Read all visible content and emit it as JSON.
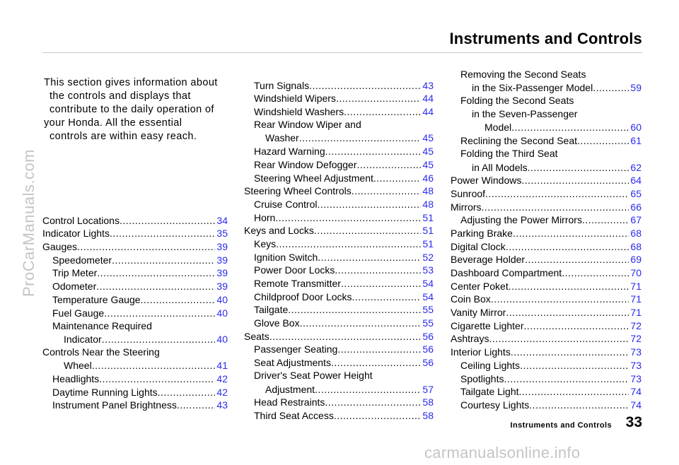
{
  "header": {
    "title": "Instruments and Controls"
  },
  "intro": [
    "This section gives information about",
    "the controls and displays that",
    "contribute to the daily operation of",
    "your Honda. All the essential",
    "controls are within easy reach."
  ],
  "columns": [
    [
      {
        "text": "Control Locations",
        "page": "34",
        "indent": 0
      },
      {
        "text": "Indicator Lights",
        "page": "35",
        "indent": 0
      },
      {
        "text": "Gauges",
        "page": "39",
        "indent": 0
      },
      {
        "text": "Speedometer",
        "page": "39",
        "indent": 1
      },
      {
        "text": "Trip Meter",
        "page": "39",
        "indent": 1
      },
      {
        "text": "Odometer",
        "page": "39",
        "indent": 1
      },
      {
        "text": "Temperature Gauge",
        "page": "40",
        "indent": 1
      },
      {
        "text": "Fuel Gauge",
        "page": "40",
        "indent": 1
      },
      {
        "text": "Maintenance Required",
        "page": "",
        "indent": 1
      },
      {
        "text": "Indicator",
        "page": "40",
        "indent": 2
      },
      {
        "text": "Controls Near the Steering",
        "page": "",
        "indent": 0
      },
      {
        "text": "Wheel",
        "page": "41",
        "indent": 2
      },
      {
        "text": "Headlights",
        "page": "42",
        "indent": 1
      },
      {
        "text": "Daytime Running Lights",
        "page": "42",
        "indent": 1
      },
      {
        "text": "Instrument Panel Brightness",
        "page": "43",
        "indent": 1
      }
    ],
    [
      {
        "text": "Turn Signals",
        "page": "43",
        "indent": 1
      },
      {
        "text": "Windshield Wipers",
        "page": "44",
        "indent": 1
      },
      {
        "text": "Windshield Washers",
        "page": "44",
        "indent": 1
      },
      {
        "text": "Rear Window Wiper and",
        "page": "",
        "indent": 1
      },
      {
        "text": "Washer",
        "page": "45",
        "indent": 2
      },
      {
        "text": "Hazard Warning",
        "page": "45",
        "indent": 1
      },
      {
        "text": "Rear Window Defogger",
        "page": "45",
        "indent": 1
      },
      {
        "text": "Steering Wheel Adjustment",
        "page": "46",
        "indent": 1
      },
      {
        "text": "Steering Wheel Controls",
        "page": "48",
        "indent": 0
      },
      {
        "text": "Cruise Control",
        "page": "48",
        "indent": 1
      },
      {
        "text": "Horn",
        "page": "51",
        "indent": 1
      },
      {
        "text": "Keys and Locks",
        "page": "51",
        "indent": 0
      },
      {
        "text": "Keys",
        "page": "51",
        "indent": 1
      },
      {
        "text": "Ignition Switch",
        "page": "52",
        "indent": 1
      },
      {
        "text": "Power Door Locks",
        "page": "53",
        "indent": 1
      },
      {
        "text": "Remote Transmitter",
        "page": "54",
        "indent": 1
      },
      {
        "text": "Childproof Door Locks",
        "page": "54",
        "indent": 1
      },
      {
        "text": "Tailgate",
        "page": "55",
        "indent": 1
      },
      {
        "text": "Glove Box",
        "page": "55",
        "indent": 1
      },
      {
        "text": "Seats",
        "page": "56",
        "indent": 0
      },
      {
        "text": "Passenger Seating",
        "page": "56",
        "indent": 1
      },
      {
        "text": "Seat Adjustments",
        "page": "56",
        "indent": 1
      },
      {
        "text": "Driver's Seat Power Height",
        "page": "",
        "indent": 1
      },
      {
        "text": "Adjustment",
        "page": "57",
        "indent": 2
      },
      {
        "text": "Head Restraints",
        "page": "58",
        "indent": 1
      },
      {
        "text": "Third Seat Access",
        "page": "58",
        "indent": 1
      }
    ],
    [
      {
        "text": "Removing the Second Seats",
        "page": "",
        "indent": 1
      },
      {
        "text": "in the Six-Passenger Model",
        "page": "59",
        "indent": 2
      },
      {
        "text": "Folding the Second Seats",
        "page": "",
        "indent": 1
      },
      {
        "text": "in the Seven-Passenger",
        "page": "",
        "indent": 2
      },
      {
        "text": "Model",
        "page": "60",
        "indent": 3
      },
      {
        "text": "Reclining the Second Seat",
        "page": "61",
        "indent": 1
      },
      {
        "text": "Folding the Third Seat",
        "page": "",
        "indent": 1
      },
      {
        "text": "in All Models",
        "page": "62",
        "indent": 2
      },
      {
        "text": "Power Windows",
        "page": "64",
        "indent": 0
      },
      {
        "text": "Sunroof",
        "page": "65",
        "indent": 0
      },
      {
        "text": "Mirrors",
        "page": "66",
        "indent": 0
      },
      {
        "text": "Adjusting the Power Mirrors",
        "page": "67",
        "indent": 1
      },
      {
        "text": "Parking Brake",
        "page": "68",
        "indent": 0
      },
      {
        "text": "Digital Clock",
        "page": "68",
        "indent": 0
      },
      {
        "text": "Beverage Holder",
        "page": "69",
        "indent": 0
      },
      {
        "text": "Dashboard Compartment",
        "page": "70",
        "indent": 0
      },
      {
        "text": "Center Poket",
        "page": "71",
        "indent": 0
      },
      {
        "text": "Coin Box",
        "page": "71",
        "indent": 0
      },
      {
        "text": "Vanity Mirror",
        "page": "71",
        "indent": 0
      },
      {
        "text": "Cigarette Lighter",
        "page": "72",
        "indent": 0
      },
      {
        "text": "Ashtrays",
        "page": "72",
        "indent": 0
      },
      {
        "text": "Interior Lights",
        "page": "73",
        "indent": 0
      },
      {
        "text": "Ceiling Lights",
        "page": "73",
        "indent": 1
      },
      {
        "text": "Spotlights",
        "page": "73",
        "indent": 1
      },
      {
        "text": "Tailgate Light",
        "page": "74",
        "indent": 1
      },
      {
        "text": "Courtesy Lights",
        "page": "74",
        "indent": 1
      }
    ]
  ],
  "footer": {
    "label": "Instruments and Controls",
    "page_number": "33"
  },
  "watermarks": {
    "side": "ProCarManuals.com",
    "bottom": "carmanualsonline.info"
  },
  "colors": {
    "page_link": "#2a2af0",
    "watermark": "#c4c4c4"
  }
}
